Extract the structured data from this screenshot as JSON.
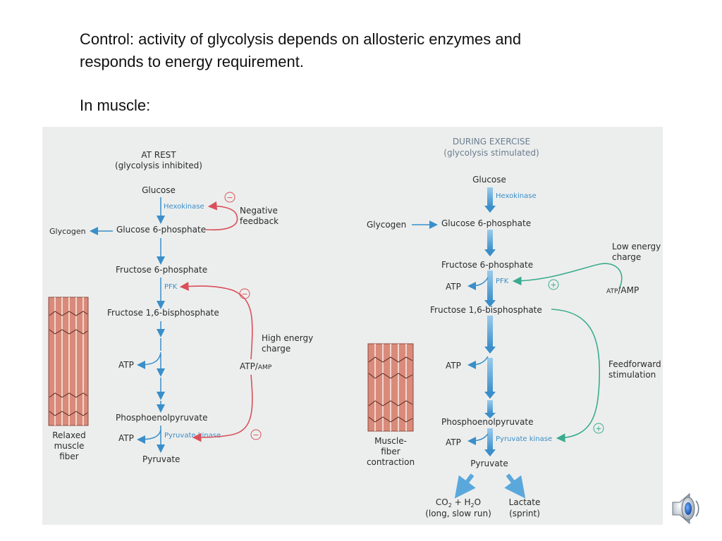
{
  "slide": {
    "line1": "Control:  activity of glycolysis depends on allosteric enzymes  and",
    "line2": "responds to energy requirement.",
    "line3": "In muscle:"
  },
  "rest": {
    "title1": "AT REST",
    "title2": "(glycolysis inhibited)",
    "glucose": "Glucose",
    "hexokinase": "Hexokinase",
    "neg1": "Negative",
    "neg2": "feedback",
    "glycogen": "Glycogen",
    "g6p": "Glucose 6-phosphate",
    "f6p": "Fructose 6-phosphate",
    "pfk": "PFK",
    "f16bp": "Fructose 1,6-bisphosphate",
    "high1": "High energy",
    "high2": "charge",
    "atp_amp_a": "ATP/",
    "atp_amp_b": "AMP",
    "atp1": "ATP",
    "pep": "Phosphoenolpyruvate",
    "atp2": "ATP",
    "pk": "Pyruvate kinase",
    "pyruvate": "Pyruvate",
    "fiber1": "Relaxed",
    "fiber2": "muscle",
    "fiber3": "fiber",
    "minus": "−"
  },
  "exercise": {
    "title1": "DURING EXERCISE",
    "title2": "(glycolysis stimulated)",
    "glucose": "Glucose",
    "hexokinase": "Hexokinase",
    "glycogen": "Glycogen",
    "g6p": "Glucose 6-phosphate",
    "low1": "Low energy",
    "low2": "charge",
    "f6p": "Fructose 6-phosphate",
    "atp0": "ATP",
    "pfk": "PFK",
    "atp_amp_a": "ATP",
    "atp_amp_b": "/AMP",
    "f16bp": "Fructose 1,6-bisphosphate",
    "atp1": "ATP",
    "ff1": "Feedforward",
    "ff2": "stimulation",
    "pep": "Phosphoenolpyruvate",
    "atp2": "ATP",
    "pk": "Pyruvate kinase",
    "pyruvate": "Pyruvate",
    "co2_a": "CO",
    "co2_b": "2",
    "co2_c": " + H",
    "co2_d": "2",
    "co2_e": "O",
    "long": "(long, slow run)",
    "lactate": "Lactate",
    "sprint": "(sprint)",
    "fiber1": "Muscle-",
    "fiber2": "fiber",
    "fiber3": "contraction",
    "plus": "+"
  },
  "colors": {
    "blue": "#3a8ec9",
    "red": "#d9505a",
    "green": "#3aab8f",
    "fiber": "#d98a7a"
  },
  "icons": [
    "speaker-icon"
  ]
}
